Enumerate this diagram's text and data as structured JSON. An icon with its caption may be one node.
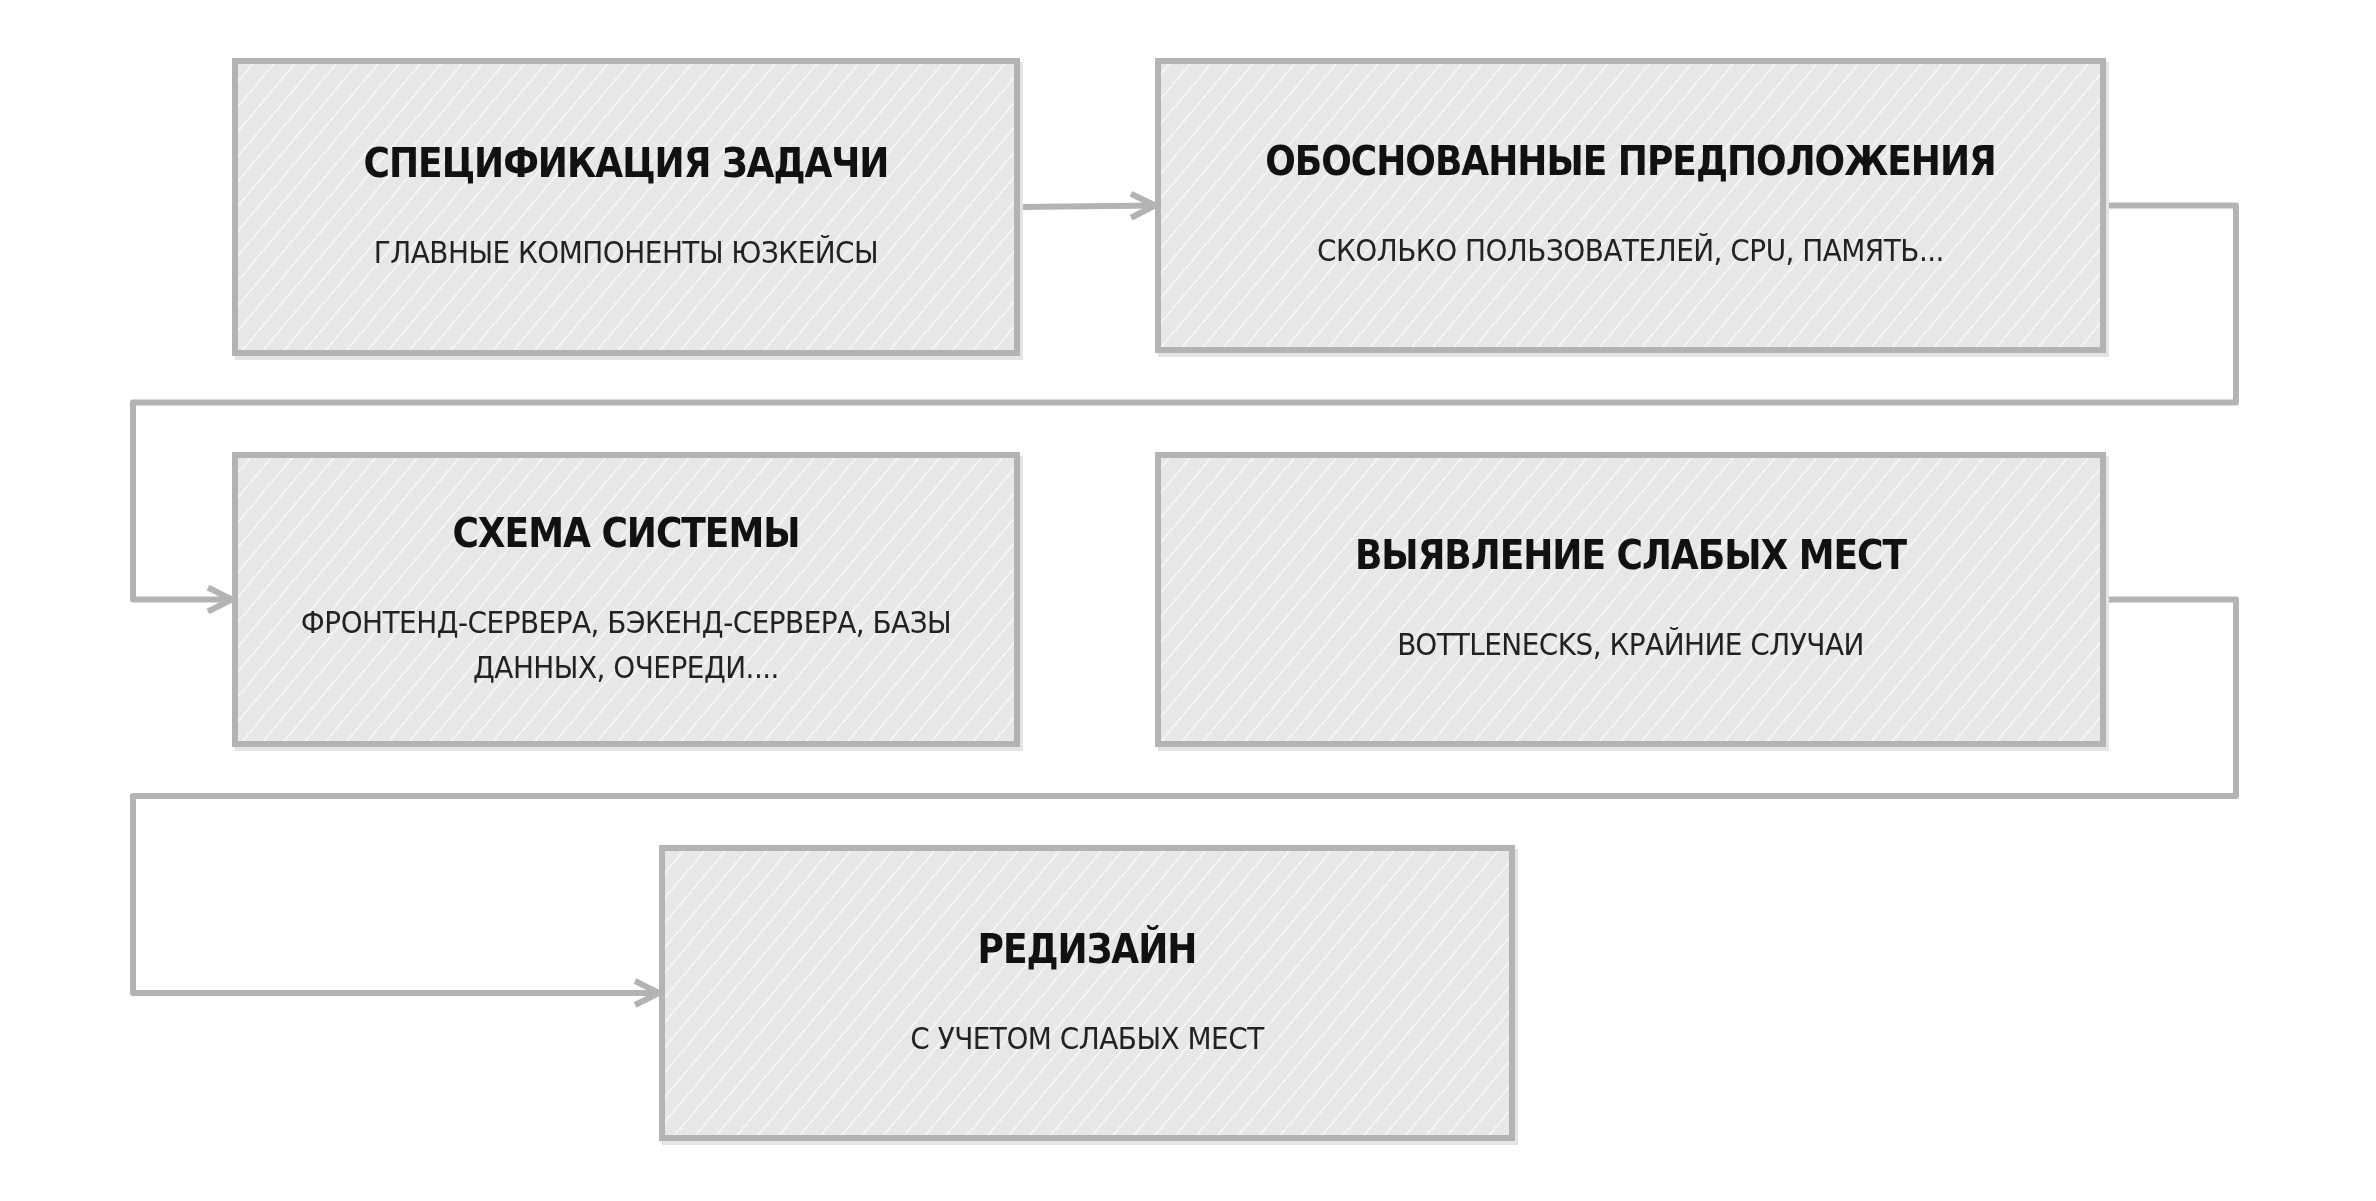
{
  "diagram": {
    "nodes": [
      {
        "text": [
          "СПЕЦИФИКАЦИЯ ЗАДАЧИ",
          "ГЛАВНЫЕ КОМПОНЕНТЫ ЮЗКЕЙСЫ"
        ]
      },
      {
        "text": [
          "ОБОСНОВАННЫЕ ПРЕДПОЛОЖЕНИЯ",
          "СКОЛЬКО ПОЛЬЗОВАТЕЛЕЙ, CPU, ПАМЯТЬ..."
        ]
      },
      {
        "text": [
          "СХЕМА СИСТЕМЫ",
          "ФРОНТЕНД-СЕРВЕРА, БЭКЕНД-СЕРВЕРА, БАЗЫ ДАННЫХ, ОЧЕРЕДИ...."
        ]
      },
      {
        "text": [
          "ВЫЯВЛЕНИЕ СЛАБЫХ МЕСТ",
          "BOTTLENECKS, КРАЙНИЕ СЛУЧАИ"
        ]
      },
      {
        "text": [
          "РЕДИЗАЙН",
          "С УЧЕТОМ СЛАБЫХ МЕСТ"
        ]
      }
    ],
    "edges": [
      {
        "from": 0,
        "to": 1,
        "arrow": "to"
      },
      {
        "from": 1,
        "to": 2,
        "arrow": "to"
      },
      {
        "from": 3,
        "to": 4,
        "arrow": "to"
      }
    ]
  }
}
